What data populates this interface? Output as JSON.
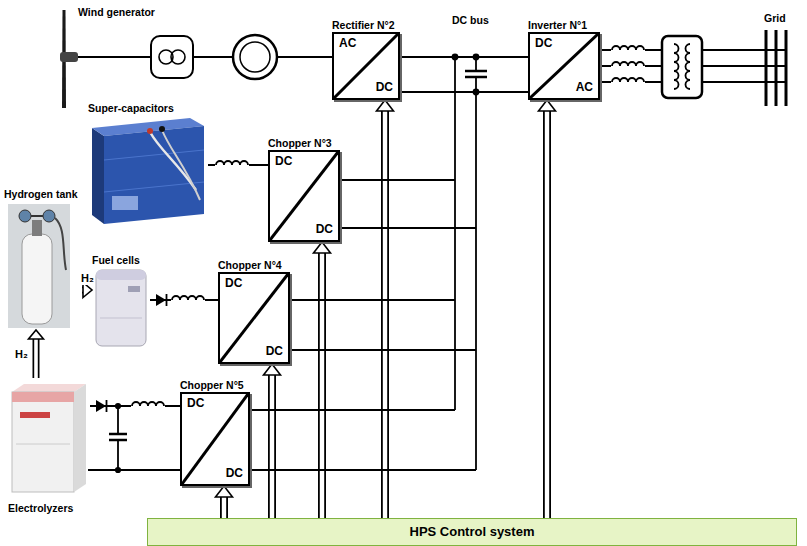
{
  "diagram": {
    "nodes": [
      {
        "text": [
          "Wind generator"
        ]
      },
      {
        "text": [
          "Rectifier N°2",
          "AC",
          "DC"
        ]
      },
      {
        "text": [
          "Inverter N°1",
          "DC",
          "AC"
        ]
      },
      {
        "text": [
          "Super-capacitors"
        ]
      },
      {
        "text": [
          "Chopper N°3",
          "DC",
          "DC"
        ]
      },
      {
        "text": [
          "Hydrogen tank"
        ]
      },
      {
        "text": [
          "Fuel cells"
        ]
      },
      {
        "text": [
          "Chopper N°4",
          "DC",
          "DC"
        ]
      },
      {
        "text": [
          "Electrolyzers"
        ]
      },
      {
        "text": [
          "Chopper N°5",
          "DC",
          "DC"
        ]
      },
      {
        "text": [
          "HPS Control system"
        ]
      }
    ],
    "edges": [
      {
        "from": 0,
        "to": 1,
        "arrow": "none"
      },
      {
        "from": 1,
        "to": 2,
        "arrow": "none"
      },
      {
        "from": 3,
        "to": 4,
        "arrow": "none"
      },
      {
        "from": 5,
        "to": 6,
        "label": "H₂",
        "arrow": "to"
      },
      {
        "from": 6,
        "to": 7,
        "arrow": "none"
      },
      {
        "from": 8,
        "to": 5,
        "label": "H₂",
        "arrow": "to"
      },
      {
        "from": 8,
        "to": 9,
        "arrow": "none"
      },
      {
        "from": 10,
        "to": 9,
        "arrow": "to"
      },
      {
        "from": 10,
        "to": 7,
        "arrow": "to"
      },
      {
        "from": 10,
        "to": 4,
        "arrow": "to"
      },
      {
        "from": 10,
        "to": 1,
        "arrow": "to"
      },
      {
        "from": 10,
        "to": 2,
        "arrow": "to"
      }
    ],
    "labels": [
      "DC bus",
      "Grid"
    ]
  }
}
